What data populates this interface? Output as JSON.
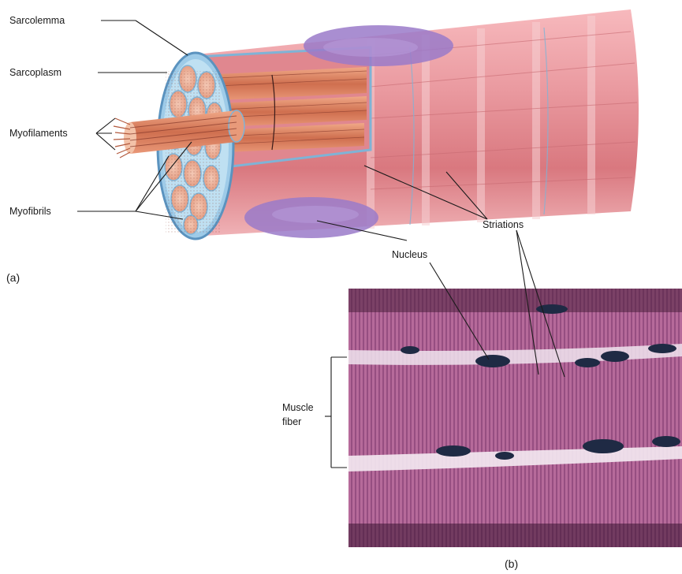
{
  "panel_a": {
    "label": "(a)",
    "callouts": {
      "sarcolemma": "Sarcolemma",
      "sarcoplasm": "Sarcoplasm",
      "myofilaments": "Myofilaments",
      "myofibrils": "Myofibrils",
      "striations": "Striations",
      "nucleus": "Nucleus"
    }
  },
  "panel_b": {
    "label": "(b)",
    "callouts": {
      "muscle_fiber_line1": "Muscle",
      "muscle_fiber_line2": "fiber"
    }
  },
  "colors": {
    "muscle_pink": "#e58f96",
    "myofibril_orange": "#d87c5c",
    "sarcolemma_blue": "#7fb3d6",
    "nucleus_purple": "#9a7ac9",
    "micrograph_purple": "#a65a8c",
    "stain_nucleus": "#1f2a44"
  }
}
